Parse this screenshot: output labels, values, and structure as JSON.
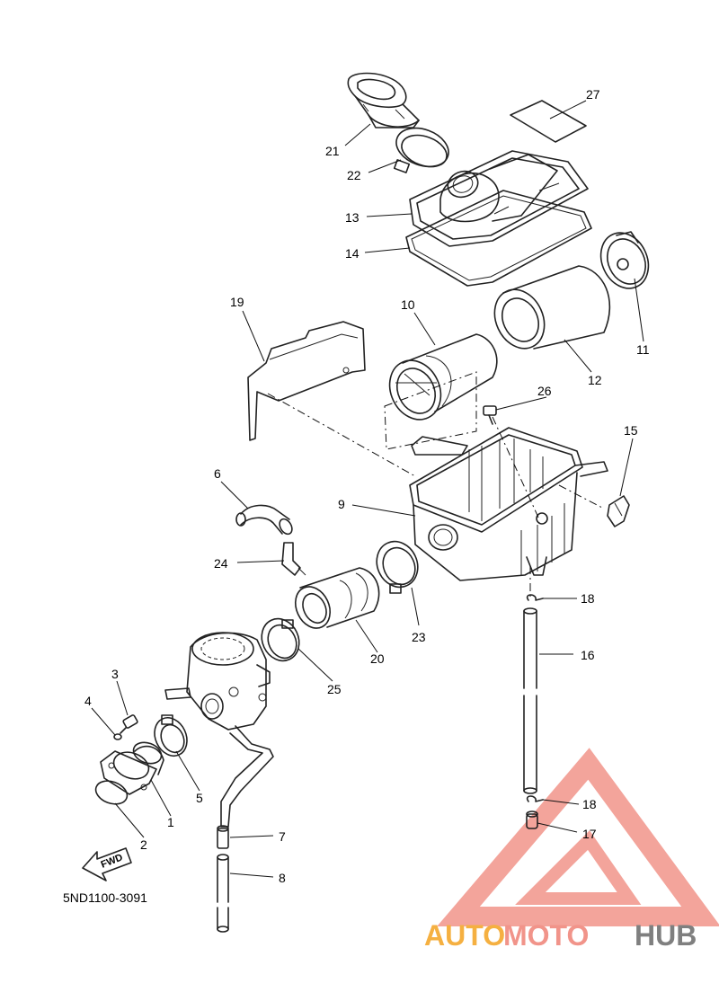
{
  "diagram": {
    "part_code": "5ND1100-3091",
    "fwd_label": "FWD",
    "watermark": {
      "part1": "AUTO",
      "part2": "MOTO",
      "part3": "HUB",
      "color_auto": "#f5b041",
      "color_moto": "#f1948a",
      "color_hub": "#7f7f7f",
      "triangle_color": "#f1948a"
    },
    "callouts": {
      "c1": "1",
      "c2": "2",
      "c3": "3",
      "c4": "4",
      "c5": "5",
      "c6": "6",
      "c7": "7",
      "c8": "8",
      "c9": "9",
      "c10": "10",
      "c11": "11",
      "c12": "12",
      "c13": "13",
      "c14": "14",
      "c15": "15",
      "c16": "16",
      "c17": "17",
      "c18a": "18",
      "c18b": "18",
      "c19": "19",
      "c20": "20",
      "c21": "21",
      "c22": "22",
      "c23": "23",
      "c24": "24",
      "c25": "25",
      "c26": "26",
      "c27": "27"
    }
  }
}
